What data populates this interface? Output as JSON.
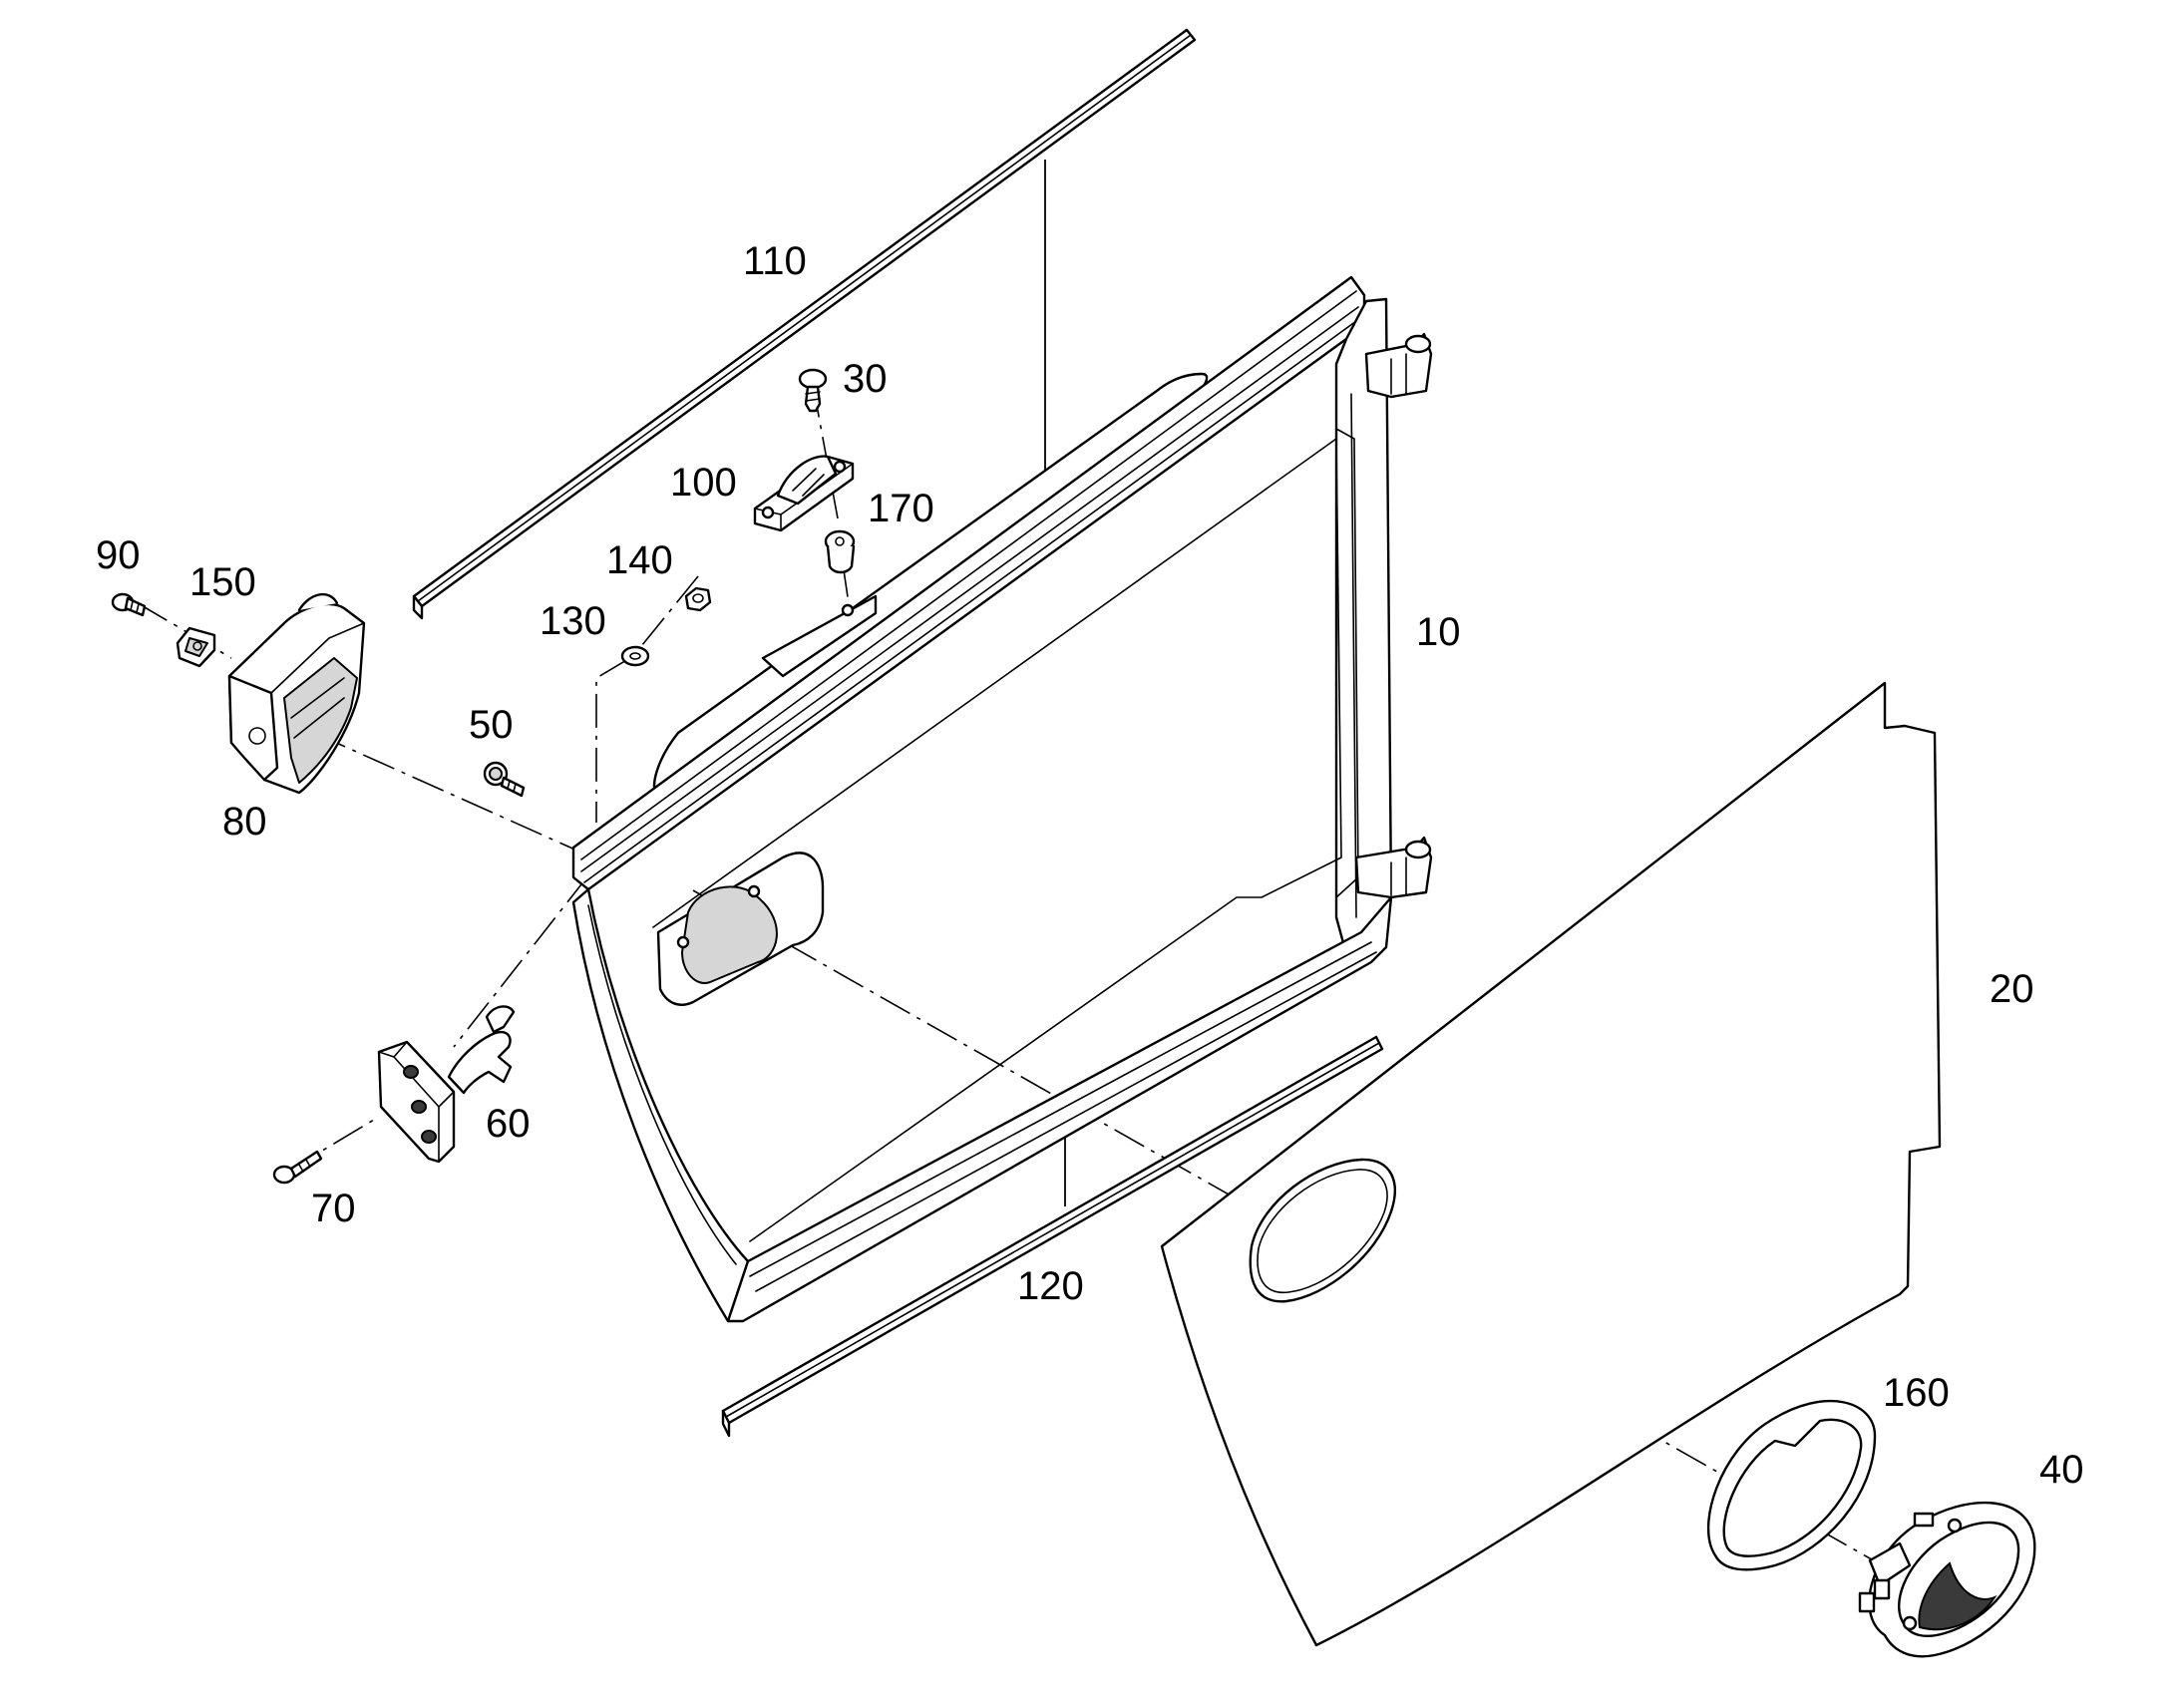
{
  "diagram": {
    "parts": [
      {
        "key": "p10",
        "label": "10",
        "icon": "door-frame"
      },
      {
        "key": "p20",
        "label": "20",
        "icon": "door-panel"
      },
      {
        "key": "p30",
        "label": "30",
        "icon": "screw"
      },
      {
        "key": "p40",
        "label": "40",
        "icon": "handle-escutcheon"
      },
      {
        "key": "p50",
        "label": "50",
        "icon": "screw"
      },
      {
        "key": "p60",
        "label": "60",
        "icon": "latch"
      },
      {
        "key": "p70",
        "label": "70",
        "icon": "screw"
      },
      {
        "key": "p80",
        "label": "80",
        "icon": "bracket-cover"
      },
      {
        "key": "p90",
        "label": "90",
        "icon": "screw"
      },
      {
        "key": "p100",
        "label": "100",
        "icon": "striker-plate"
      },
      {
        "key": "p110",
        "label": "110",
        "icon": "seal-strip"
      },
      {
        "key": "p120",
        "label": "120",
        "icon": "seal-strip"
      },
      {
        "key": "p130",
        "label": "130",
        "icon": "washer"
      },
      {
        "key": "p140",
        "label": "140",
        "icon": "nut"
      },
      {
        "key": "p150",
        "label": "150",
        "icon": "clip-nut"
      },
      {
        "key": "p160",
        "label": "160",
        "icon": "gasket"
      },
      {
        "key": "p170",
        "label": "170",
        "icon": "bushing"
      }
    ]
  }
}
